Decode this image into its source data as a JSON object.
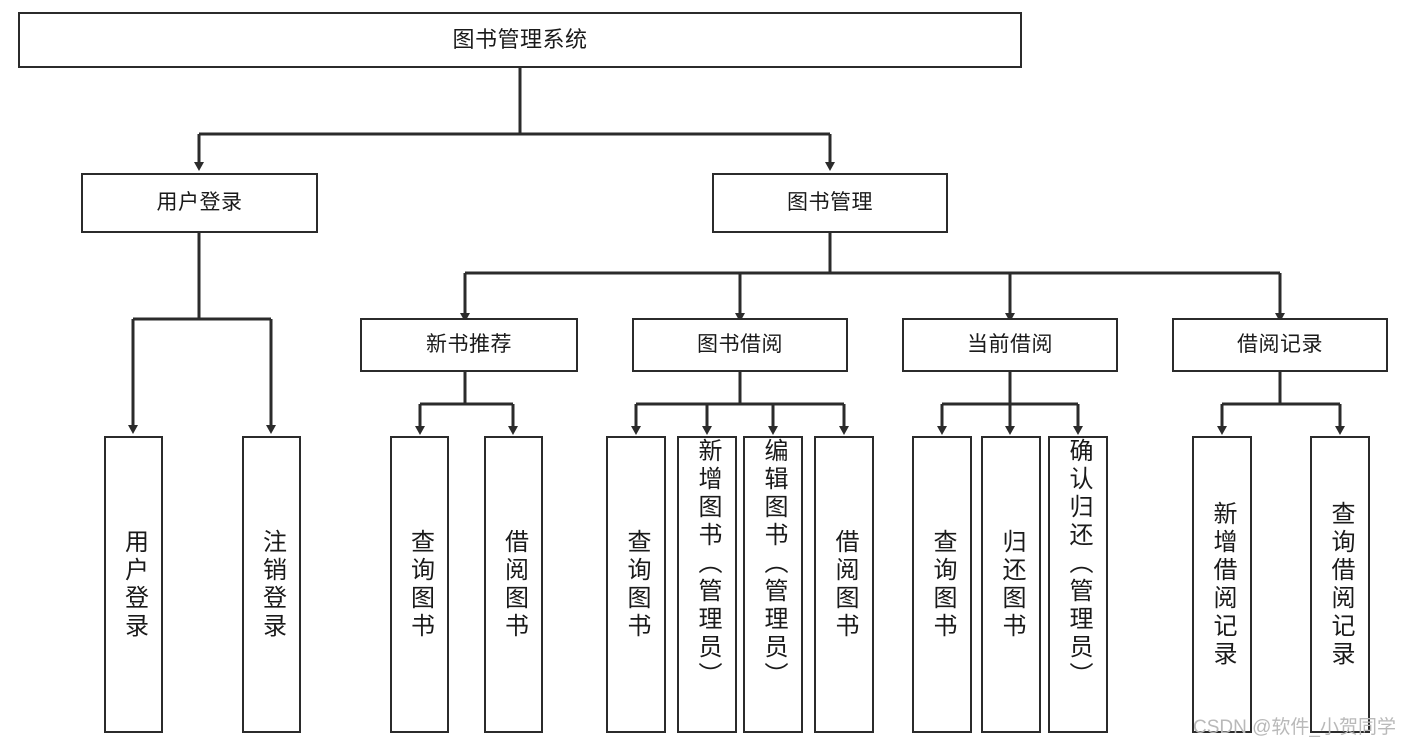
{
  "diagram": {
    "type": "tree-hierarchy",
    "title": "图书管理系统",
    "watermark": "CSDN @软件_小贺同学",
    "colors": {
      "stroke": "#2b2b2b",
      "fill": "#ffffff",
      "text": "#1a1a1a",
      "watermark": "#b9b9b9"
    },
    "nodes": {
      "root": {
        "label": "图书管理系统"
      },
      "level1": [
        {
          "label": "用户登录"
        },
        {
          "label": "图书管理"
        }
      ],
      "level2": [
        {
          "label": "新书推荐"
        },
        {
          "label": "图书借阅"
        },
        {
          "label": "当前借阅"
        },
        {
          "label": "借阅记录"
        }
      ],
      "leaves": {
        "user_login": [
          {
            "label": "用户登录"
          },
          {
            "label": "注销登录"
          }
        ],
        "new_book_recommend": [
          {
            "label": "查询图书"
          },
          {
            "label": "借阅图书"
          }
        ],
        "book_borrow": [
          {
            "label": "查询图书"
          },
          {
            "label": "新增图书（管理员）"
          },
          {
            "label": "编辑图书（管理员）"
          },
          {
            "label": "借阅图书"
          }
        ],
        "current_borrow": [
          {
            "label": "查询图书"
          },
          {
            "label": "归还图书"
          },
          {
            "label": "确认归还（管理员）"
          }
        ],
        "borrow_record": [
          {
            "label": "新增借阅记录"
          },
          {
            "label": "查询借阅记录"
          }
        ]
      }
    }
  }
}
